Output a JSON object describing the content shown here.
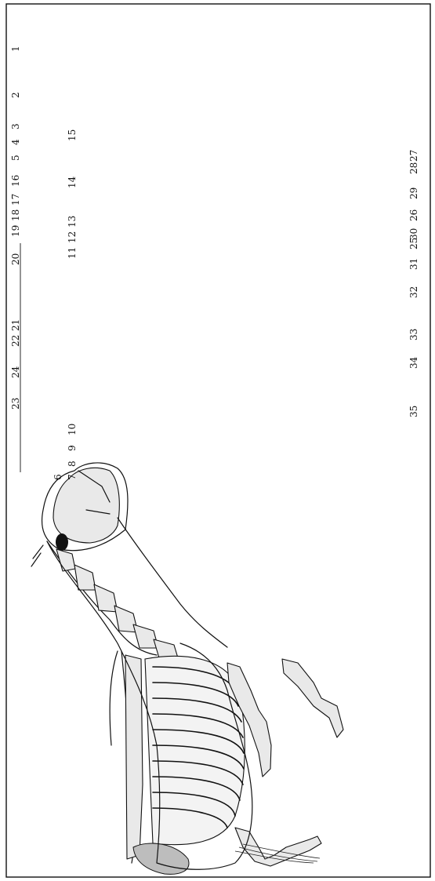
{
  "labels_left": [
    "1",
    "2",
    "3",
    "4",
    "5",
    "16",
    "17",
    "18",
    "19",
    "20",
    "21",
    "22",
    "24",
    "23"
  ],
  "labels_right": [
    "27",
    "28",
    "29",
    "30",
    "31",
    "32",
    "33",
    "34",
    "35",
    "26",
    "25"
  ],
  "labels_top": [
    "6",
    "7",
    "8",
    "9",
    "10",
    "11",
    "12",
    "13",
    "14",
    "15"
  ]
}
